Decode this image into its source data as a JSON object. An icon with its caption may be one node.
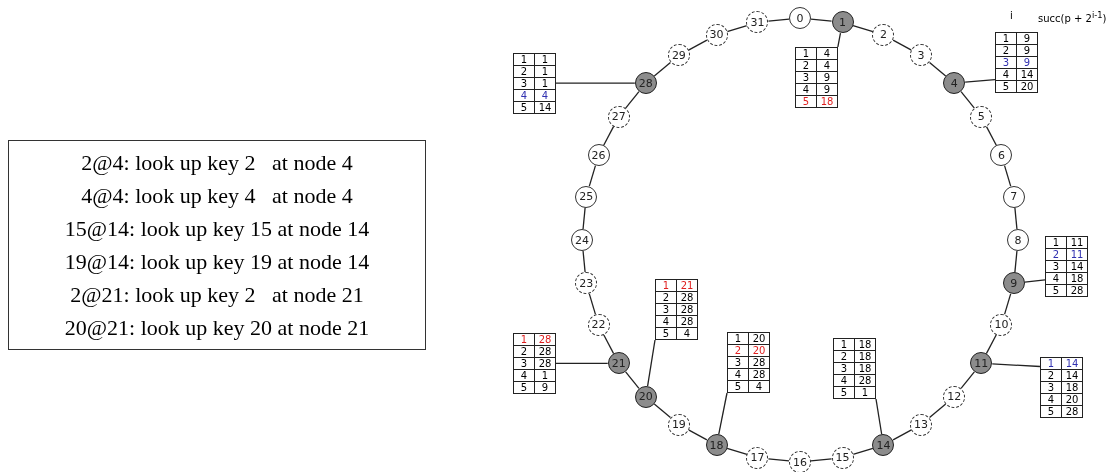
{
  "diagram": {
    "nodes": [
      {
        "text": [
          "0"
        ]
      },
      {
        "text": [
          "1"
        ]
      },
      {
        "text": [
          "2"
        ]
      },
      {
        "text": [
          "3"
        ]
      },
      {
        "text": [
          "4"
        ]
      },
      {
        "text": [
          "5"
        ]
      },
      {
        "text": [
          "6"
        ]
      },
      {
        "text": [
          "7"
        ]
      },
      {
        "text": [
          "8"
        ]
      },
      {
        "text": [
          "9"
        ]
      },
      {
        "text": [
          "10"
        ]
      },
      {
        "text": [
          "11"
        ]
      },
      {
        "text": [
          "12"
        ]
      },
      {
        "text": [
          "13"
        ]
      },
      {
        "text": [
          "14"
        ]
      },
      {
        "text": [
          "15"
        ]
      },
      {
        "text": [
          "16"
        ]
      },
      {
        "text": [
          "17"
        ]
      },
      {
        "text": [
          "18"
        ]
      },
      {
        "text": [
          "19"
        ]
      },
      {
        "text": [
          "20"
        ]
      },
      {
        "text": [
          "21"
        ]
      },
      {
        "text": [
          "22"
        ]
      },
      {
        "text": [
          "23"
        ]
      },
      {
        "text": [
          "24"
        ]
      },
      {
        "text": [
          "25"
        ]
      },
      {
        "text": [
          "26"
        ]
      },
      {
        "text": [
          "27"
        ]
      },
      {
        "text": [
          "28"
        ]
      },
      {
        "text": [
          "29"
        ]
      },
      {
        "text": [
          "30"
        ]
      },
      {
        "text": [
          "31"
        ]
      },
      {
        "text": [
          "1",
          "4",
          "2",
          "4",
          "3",
          "9",
          "4",
          "9",
          "5",
          "18"
        ]
      },
      {
        "text": [
          "1",
          "9",
          "2",
          "9",
          "3",
          "9",
          "4",
          "14",
          "5",
          "20"
        ]
      },
      {
        "text": [
          "1",
          "11",
          "2",
          "11",
          "3",
          "14",
          "4",
          "18",
          "5",
          "28"
        ]
      },
      {
        "text": [
          "1",
          "14",
          "2",
          "14",
          "3",
          "18",
          "4",
          "20",
          "5",
          "28"
        ]
      },
      {
        "text": [
          "1",
          "18",
          "2",
          "18",
          "3",
          "18",
          "4",
          "28",
          "5",
          "1"
        ]
      },
      {
        "text": [
          "1",
          "20",
          "2",
          "20",
          "3",
          "28",
          "4",
          "28",
          "5",
          "4"
        ]
      },
      {
        "text": [
          "1",
          "21",
          "2",
          "28",
          "3",
          "28",
          "4",
          "28",
          "5",
          "4"
        ]
      },
      {
        "text": [
          "1",
          "28",
          "2",
          "28",
          "3",
          "28",
          "4",
          "1",
          "5",
          "9"
        ]
      },
      {
        "text": [
          "1",
          "1",
          "2",
          "1",
          "3",
          "1",
          "4",
          "4",
          "5",
          "14"
        ]
      },
      {
        "text": [
          "2@4: look up key 2   at node 4",
          "4@4: look up key 4   at node 4",
          "15@14: look up key 15 at node 14",
          "19@14: look up key 19 at node 14",
          "2@21: look up key 2   at node 21",
          "20@21: look up key 20 at node 21"
        ]
      }
    ],
    "edges": [
      {
        "from": 0,
        "to": 1,
        "arrow": "none"
      },
      {
        "from": 1,
        "to": 2,
        "arrow": "none"
      },
      {
        "from": 2,
        "to": 3,
        "arrow": "none"
      },
      {
        "from": 3,
        "to": 4,
        "arrow": "none"
      },
      {
        "from": 4,
        "to": 5,
        "arrow": "none"
      },
      {
        "from": 5,
        "to": 6,
        "arrow": "none"
      },
      {
        "from": 6,
        "to": 7,
        "arrow": "none"
      },
      {
        "from": 7,
        "to": 8,
        "arrow": "none"
      },
      {
        "from": 8,
        "to": 9,
        "arrow": "none"
      },
      {
        "from": 9,
        "to": 10,
        "arrow": "none"
      },
      {
        "from": 10,
        "to": 11,
        "arrow": "none"
      },
      {
        "from": 11,
        "to": 12,
        "arrow": "none"
      },
      {
        "from": 12,
        "to": 13,
        "arrow": "none"
      },
      {
        "from": 13,
        "to": 14,
        "arrow": "none"
      },
      {
        "from": 14,
        "to": 15,
        "arrow": "none"
      },
      {
        "from": 15,
        "to": 16,
        "arrow": "none"
      },
      {
        "from": 16,
        "to": 17,
        "arrow": "none"
      },
      {
        "from": 17,
        "to": 18,
        "arrow": "none"
      },
      {
        "from": 18,
        "to": 19,
        "arrow": "none"
      },
      {
        "from": 19,
        "to": 20,
        "arrow": "none"
      },
      {
        "from": 20,
        "to": 21,
        "arrow": "none"
      },
      {
        "from": 21,
        "to": 22,
        "arrow": "none"
      },
      {
        "from": 22,
        "to": 23,
        "arrow": "none"
      },
      {
        "from": 23,
        "to": 24,
        "arrow": "none"
      },
      {
        "from": 24,
        "to": 25,
        "arrow": "none"
      },
      {
        "from": 25,
        "to": 26,
        "arrow": "none"
      },
      {
        "from": 26,
        "to": 27,
        "arrow": "none"
      },
      {
        "from": 27,
        "to": 28,
        "arrow": "none"
      },
      {
        "from": 28,
        "to": 29,
        "arrow": "none"
      },
      {
        "from": 29,
        "to": 30,
        "arrow": "none"
      },
      {
        "from": 30,
        "to": 31,
        "arrow": "none"
      },
      {
        "from": 31,
        "to": 0,
        "arrow": "none"
      },
      {
        "from": 1,
        "to": 32,
        "arrow": "none"
      },
      {
        "from": 4,
        "to": 33,
        "arrow": "none"
      },
      {
        "from": 9,
        "to": 34,
        "arrow": "none"
      },
      {
        "from": 11,
        "to": 35,
        "arrow": "none"
      },
      {
        "from": 14,
        "to": 36,
        "arrow": "none"
      },
      {
        "from": 18,
        "to": 37,
        "arrow": "none"
      },
      {
        "from": 20,
        "to": 38,
        "arrow": "none"
      },
      {
        "from": 21,
        "to": 39,
        "arrow": "none"
      },
      {
        "from": 28,
        "to": 40,
        "arrow": "none"
      }
    ],
    "labels": [
      "i",
      "succ(p + 2$^{i-1}$)"
    ]
  }
}
